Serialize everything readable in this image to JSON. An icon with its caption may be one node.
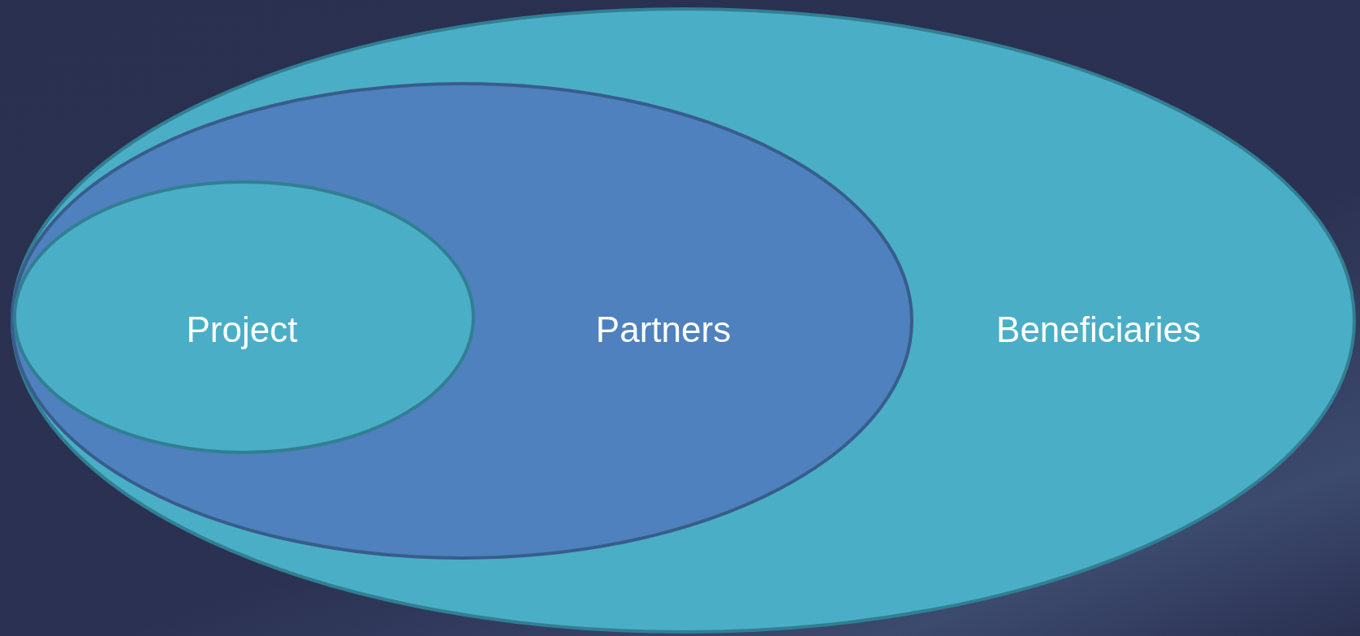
{
  "diagram": {
    "nodes": [
      {
        "text": [
          "Beneficiaries"
        ]
      },
      {
        "text": [
          "Partners"
        ],
        "in": 0
      },
      {
        "text": [
          "Project"
        ],
        "in": 1
      }
    ]
  }
}
